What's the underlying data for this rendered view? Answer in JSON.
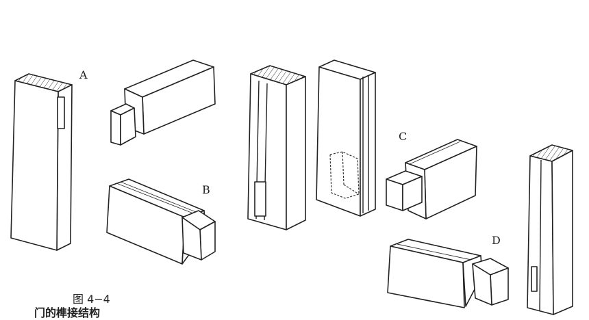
{
  "labels": {
    "a": "A",
    "b": "B",
    "c": "C",
    "d": "D"
  },
  "caption": {
    "figure": "图 4−4",
    "title": "门的榫接结构"
  },
  "colors": {
    "line": "#222222",
    "background": "#ffffff"
  }
}
